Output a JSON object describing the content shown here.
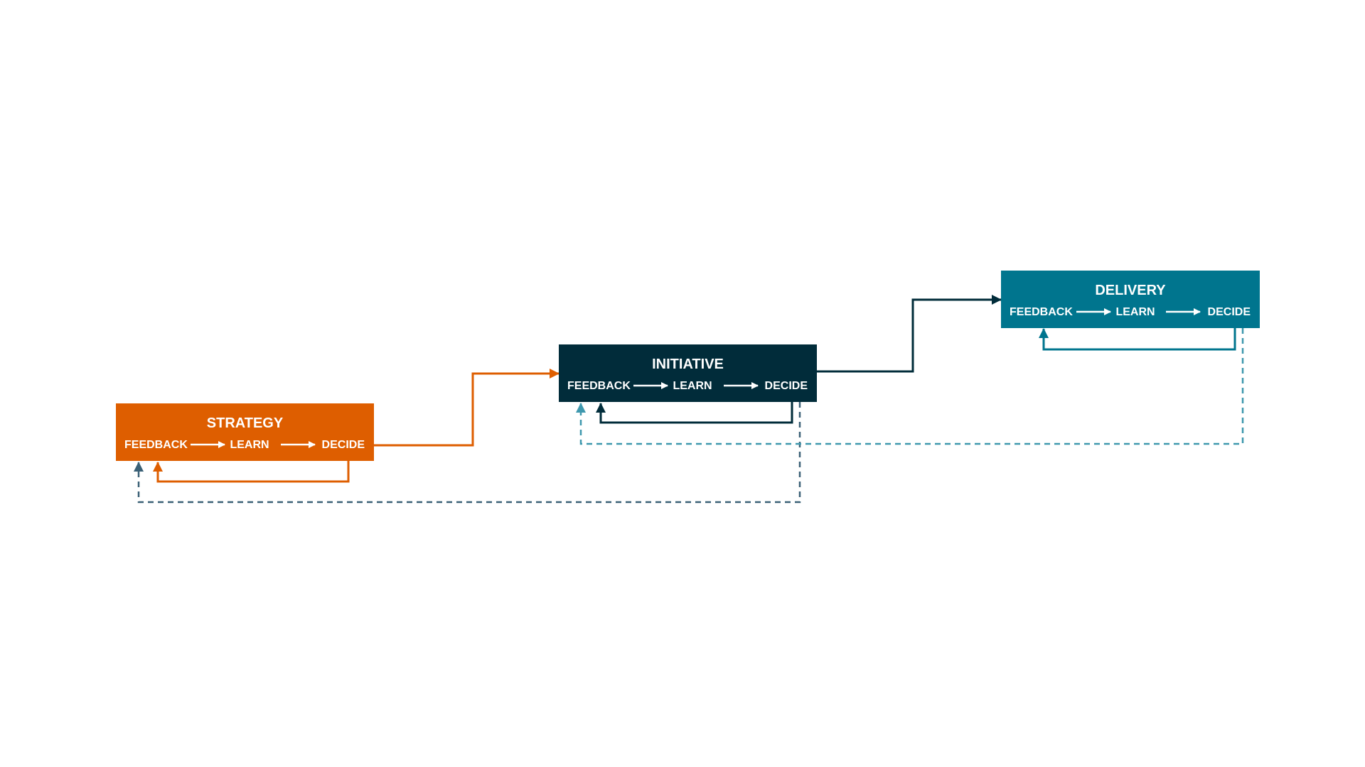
{
  "colors": {
    "background": "#ffffff",
    "strategy": "#de5e00",
    "initiative": "#012c3a",
    "delivery": "#00758e",
    "strategy_feedback_dashed": "#3a6076",
    "initiative_feedback_dashed": "#3e98ae",
    "label_text": "#ffffff"
  },
  "boxes": {
    "strategy": {
      "title": "STRATEGY",
      "steps": [
        "FEEDBACK",
        "LEARN",
        "DECIDE"
      ]
    },
    "initiative": {
      "title": "INITIATIVE",
      "steps": [
        "FEEDBACK",
        "LEARN",
        "DECIDE"
      ]
    },
    "delivery": {
      "title": "DELIVERY",
      "steps": [
        "FEEDBACK",
        "LEARN",
        "DECIDE"
      ]
    }
  }
}
